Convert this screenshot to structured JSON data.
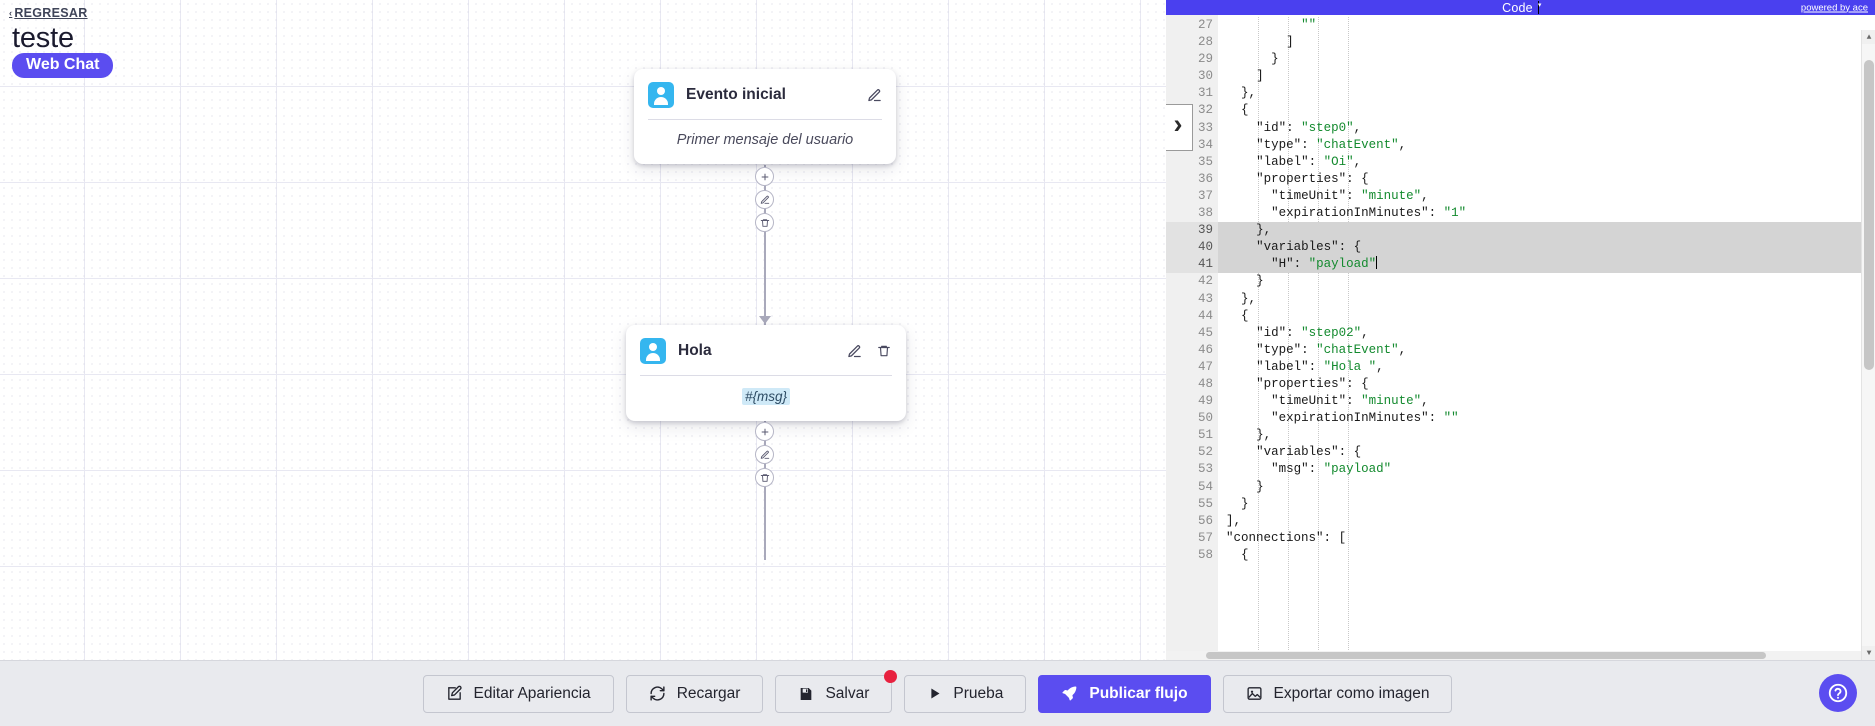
{
  "header": {
    "back_label": "REGRESAR",
    "back_chevron": "‹",
    "flow_title": "teste",
    "channel_badge": "Web Chat"
  },
  "colors": {
    "accent": "#5b4df0",
    "code_header": "#4a40ef",
    "avatar": "#35b6ef",
    "badge_red": "#e8213f",
    "chip_bg": "#cfe9f7"
  },
  "canvas": {
    "nodes": [
      {
        "id": "node-evento-inicial",
        "title": "Evento inicial",
        "body": "Primer mensaje del usuario",
        "body_style": "placeholder",
        "avatar_icon": "user-avatar-icon",
        "actions": [
          "edit-icon"
        ]
      },
      {
        "id": "node-hola",
        "title": "Hola",
        "body": "#{msg}",
        "body_style": "variable-chip",
        "avatar_icon": "user-avatar-icon",
        "actions": [
          "edit-icon",
          "delete-icon"
        ]
      }
    ],
    "mid_controls": [
      "add-icon",
      "edit-icon",
      "delete-icon"
    ]
  },
  "code_panel": {
    "title": "Code",
    "title_caret": "▾",
    "powered_by": "powered by ace",
    "first_line": 27,
    "lines": [
      {
        "n": 27,
        "text": "          \"\"",
        "fold": false,
        "sel": false
      },
      {
        "n": 28,
        "text": "        ]",
        "fold": false,
        "sel": false
      },
      {
        "n": 29,
        "text": "      }",
        "fold": false,
        "sel": false
      },
      {
        "n": 30,
        "text": "    ]",
        "fold": false,
        "sel": false
      },
      {
        "n": 31,
        "text": "  },",
        "fold": false,
        "sel": false
      },
      {
        "n": 32,
        "text": "  {",
        "fold": true,
        "sel": false
      },
      {
        "n": 33,
        "text": "    \"id\": \"step0\",",
        "fold": false,
        "sel": false
      },
      {
        "n": 34,
        "text": "    \"type\": \"chatEvent\",",
        "fold": false,
        "sel": false
      },
      {
        "n": 35,
        "text": "    \"label\": \"Oi\",",
        "fold": false,
        "sel": false
      },
      {
        "n": 36,
        "text": "    \"properties\": {",
        "fold": true,
        "sel": false
      },
      {
        "n": 37,
        "text": "      \"timeUnit\": \"minute\",",
        "fold": false,
        "sel": false
      },
      {
        "n": 38,
        "text": "      \"expirationInMinutes\": \"1\"",
        "fold": false,
        "sel": false
      },
      {
        "n": 39,
        "text": "    },",
        "fold": false,
        "sel": true
      },
      {
        "n": 40,
        "text": "    \"variables\": {",
        "fold": true,
        "sel": true
      },
      {
        "n": 41,
        "text": "      \"H\": \"payload\"",
        "fold": false,
        "sel": true,
        "caret": true
      },
      {
        "n": 42,
        "text": "    }",
        "fold": false,
        "sel": false
      },
      {
        "n": 43,
        "text": "  },",
        "fold": false,
        "sel": false
      },
      {
        "n": 44,
        "text": "  {",
        "fold": true,
        "sel": false
      },
      {
        "n": 45,
        "text": "    \"id\": \"step02\",",
        "fold": false,
        "sel": false
      },
      {
        "n": 46,
        "text": "    \"type\": \"chatEvent\",",
        "fold": false,
        "sel": false
      },
      {
        "n": 47,
        "text": "    \"label\": \"Hola \",",
        "fold": false,
        "sel": false
      },
      {
        "n": 48,
        "text": "    \"properties\": {",
        "fold": true,
        "sel": false
      },
      {
        "n": 49,
        "text": "      \"timeUnit\": \"minute\",",
        "fold": false,
        "sel": false
      },
      {
        "n": 50,
        "text": "      \"expirationInMinutes\": \"\"",
        "fold": false,
        "sel": false
      },
      {
        "n": 51,
        "text": "    },",
        "fold": false,
        "sel": false
      },
      {
        "n": 52,
        "text": "    \"variables\": {",
        "fold": true,
        "sel": false
      },
      {
        "n": 53,
        "text": "      \"msg\": \"payload\"",
        "fold": false,
        "sel": false
      },
      {
        "n": 54,
        "text": "    }",
        "fold": false,
        "sel": false
      },
      {
        "n": 55,
        "text": "  }",
        "fold": false,
        "sel": false
      },
      {
        "n": 56,
        "text": "],",
        "fold": false,
        "sel": false
      },
      {
        "n": 57,
        "text": "\"connections\": [",
        "fold": true,
        "sel": false
      },
      {
        "n": 58,
        "text": "  {",
        "fold": true,
        "sel": false
      }
    ]
  },
  "toolbar": {
    "buttons": [
      {
        "id": "editar-apariencia",
        "label": "Editar Apariencia",
        "icon": "edit-square-icon",
        "primary": false,
        "badge": false
      },
      {
        "id": "recargar",
        "label": "Recargar",
        "icon": "refresh-icon",
        "primary": false,
        "badge": false
      },
      {
        "id": "salvar",
        "label": "Salvar",
        "icon": "save-disk-icon",
        "primary": false,
        "badge": true
      },
      {
        "id": "prueba",
        "label": "Prueba",
        "icon": "play-icon",
        "primary": false,
        "badge": false
      },
      {
        "id": "publicar-flujo",
        "label": "Publicar flujo",
        "icon": "rocket-icon",
        "primary": true,
        "badge": false
      },
      {
        "id": "exportar-como-imagen",
        "label": "Exportar como imagen",
        "icon": "image-icon",
        "primary": false,
        "badge": false
      }
    ],
    "help_label": "?"
  }
}
